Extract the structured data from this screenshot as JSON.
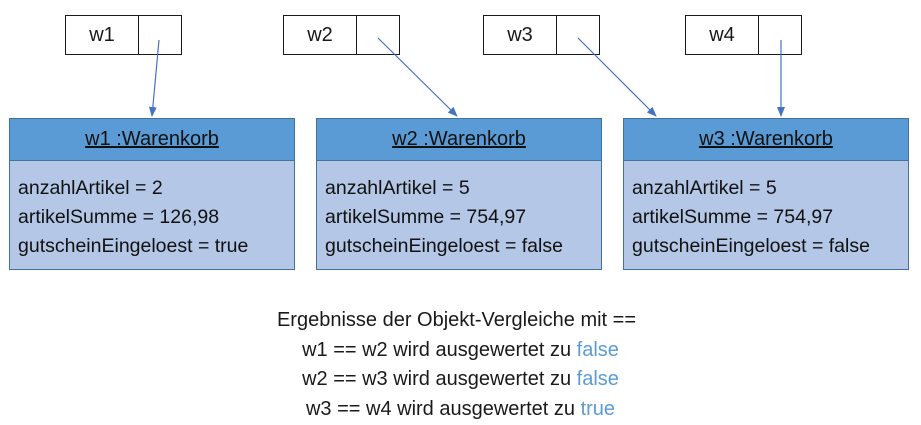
{
  "references": [
    {
      "name": "w1"
    },
    {
      "name": "w2"
    },
    {
      "name": "w3"
    },
    {
      "name": "w4"
    }
  ],
  "objects": [
    {
      "title": "w1 :Warenkorb",
      "attributes": [
        "anzahlArtikel = 2",
        "artikelSumme = 126,98",
        "gutscheinEingeloest = true"
      ]
    },
    {
      "title": "w2 :Warenkorb",
      "attributes": [
        "anzahlArtikel = 5",
        "artikelSumme = 754,97",
        "gutscheinEingeloest = false"
      ]
    },
    {
      "title": "w3 :Warenkorb",
      "attributes": [
        "anzahlArtikel = 5",
        "artikelSumme = 754,97",
        "gutscheinEingeloest = false"
      ]
    }
  ],
  "results": {
    "heading": "Ergebnisse der Objekt-Vergleiche mit ==",
    "lines": [
      {
        "text": "w1 == w2 wird ausgewertet zu ",
        "value": "false"
      },
      {
        "text": "w2 == w3 wird ausgewertet zu ",
        "value": "false"
      },
      {
        "text": "w3 == w4 wird ausgewertet zu ",
        "value": "true"
      }
    ]
  },
  "colors": {
    "header_fill": "#5b9bd5",
    "body_fill": "#b4c7e7",
    "arrow": "#4472c4",
    "result_value": "#5b9bd5"
  }
}
